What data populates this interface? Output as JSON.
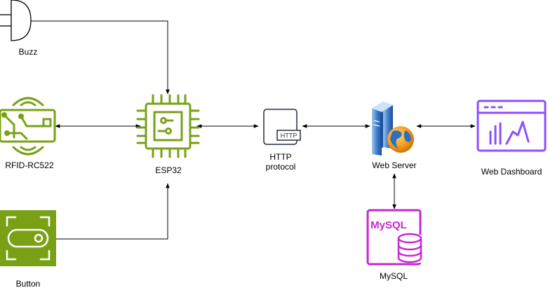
{
  "nodes": {
    "buzz": {
      "label": "Buzz",
      "icon": "buzzer-icon"
    },
    "rfid": {
      "label": "RFID-RC522",
      "icon": "rfid-chip-icon"
    },
    "esp32": {
      "label": "ESP32",
      "icon": "microcontroller-icon"
    },
    "button": {
      "label": "Button",
      "icon": "push-button-icon"
    },
    "http": {
      "label": "HTTP\nprotocol",
      "badge": "HTTP",
      "icon": "http-document-icon"
    },
    "web_server": {
      "label": "Web Server",
      "icon": "server-globe-icon"
    },
    "dashboard": {
      "label": "Web Dashboard",
      "icon": "dashboard-chart-icon"
    },
    "mysql": {
      "label": "MySQL",
      "badge": "MySQL",
      "icon": "database-icon"
    }
  },
  "colors": {
    "iot_green": "#7aa116",
    "dashboard_purple": "#8c4fff",
    "mysql_magenta": "#c925d1",
    "line": "#000000",
    "icon_dark": "#232f3e"
  }
}
